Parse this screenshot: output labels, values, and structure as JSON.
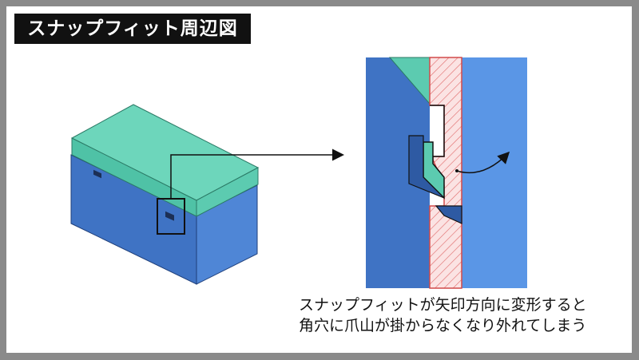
{
  "title": "スナップフィット周辺図",
  "caption": {
    "line1": "スナップフィットが矢印方向に変形すると",
    "line2": "角穴に爪山が掛からなくなり外れてしまう"
  },
  "colors": {
    "frame": "#8a8a8a",
    "box_blue": "#4f86d6",
    "lid_green": "#5ccbb0",
    "section_red": "#e05a5a",
    "section_fill": "#fbe3e3"
  }
}
